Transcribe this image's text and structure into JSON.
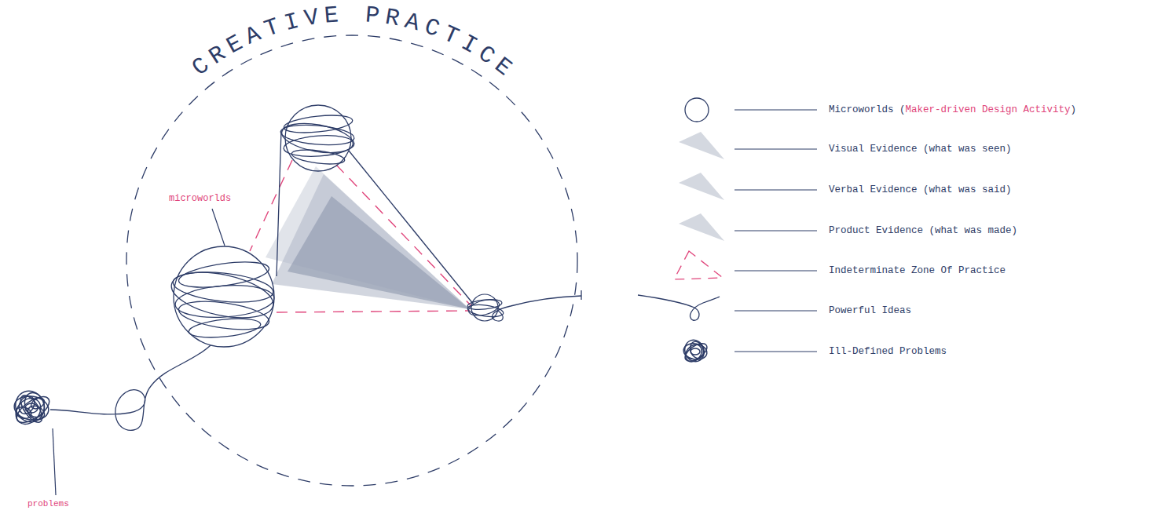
{
  "diagram": {
    "nodes": [
      {
        "text": [
          "CREATIVE PRACTICE"
        ]
      }
    ],
    "labels": [
      "microworlds",
      "problems"
    ],
    "legend": [
      {
        "text": "Microworlds (Maker-driven Design Activity)"
      },
      {
        "text": "Visual Evidence (what was seen)"
      },
      {
        "text": "Verbal Evidence (what was said)"
      },
      {
        "text": "Product Evidence (what was made)"
      },
      {
        "text": "Indeterminate Zone Of Practice"
      },
      {
        "text": "Powerful Ideas"
      },
      {
        "text": "Ill-Defined Problems"
      }
    ]
  }
}
